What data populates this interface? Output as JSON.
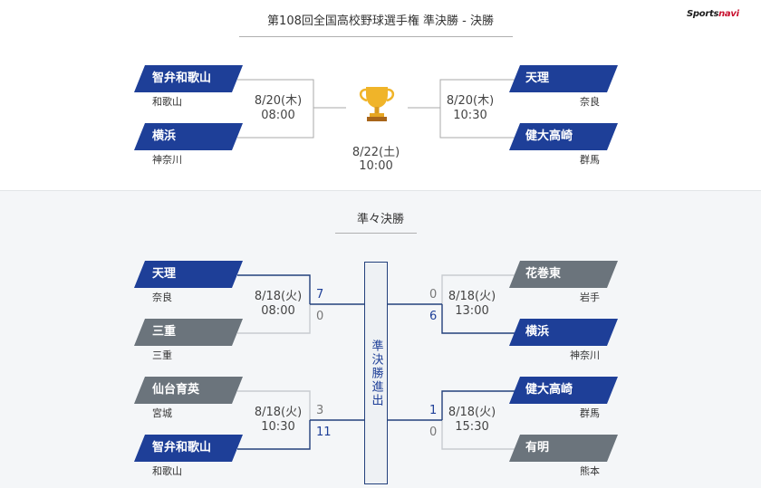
{
  "logo": {
    "sports": "Sports",
    "navi": "navi"
  },
  "semis": {
    "title": "第108回全国高校野球選手権 準決勝 - 決勝",
    "left": {
      "teams": [
        {
          "name": "智弁和歌山",
          "pref": "和歌山"
        },
        {
          "name": "横浜",
          "pref": "神奈川"
        }
      ],
      "date": "8/20(木)",
      "time": "08:00"
    },
    "right": {
      "teams": [
        {
          "name": "天理",
          "pref": "奈良"
        },
        {
          "name": "健大高崎",
          "pref": "群馬"
        }
      ],
      "date": "8/20(木)",
      "time": "10:30"
    },
    "final": {
      "date": "8/22(土)",
      "time": "10:00",
      "icon": "trophy-icon"
    }
  },
  "quarters": {
    "title": "準々決勝",
    "advance_label": "準決勝進出",
    "games": [
      {
        "teams": [
          {
            "name": "天理",
            "pref": "奈良",
            "score": "7",
            "win": true
          },
          {
            "name": "三重",
            "pref": "三重",
            "score": "0",
            "win": false
          }
        ],
        "date": "8/18(火)",
        "time": "08:00"
      },
      {
        "teams": [
          {
            "name": "仙台育英",
            "pref": "宮城",
            "score": "3",
            "win": false
          },
          {
            "name": "智弁和歌山",
            "pref": "和歌山",
            "score": "11",
            "win": true
          }
        ],
        "date": "8/18(火)",
        "time": "10:30"
      },
      {
        "teams": [
          {
            "name": "花巻東",
            "pref": "岩手",
            "score": "0",
            "win": false
          },
          {
            "name": "横浜",
            "pref": "神奈川",
            "score": "6",
            "win": true
          }
        ],
        "date": "8/18(火)",
        "time": "13:00"
      },
      {
        "teams": [
          {
            "name": "健大高崎",
            "pref": "群馬",
            "score": "1",
            "win": true
          },
          {
            "name": "有明",
            "pref": "熊本",
            "score": "0",
            "win": false
          }
        ],
        "date": "8/18(火)",
        "time": "15:30"
      }
    ]
  },
  "colors": {
    "winner": "#1e3f98",
    "loser": "#6b747c",
    "line_win": "#23407c",
    "line_lose": "#c8ccd0"
  }
}
